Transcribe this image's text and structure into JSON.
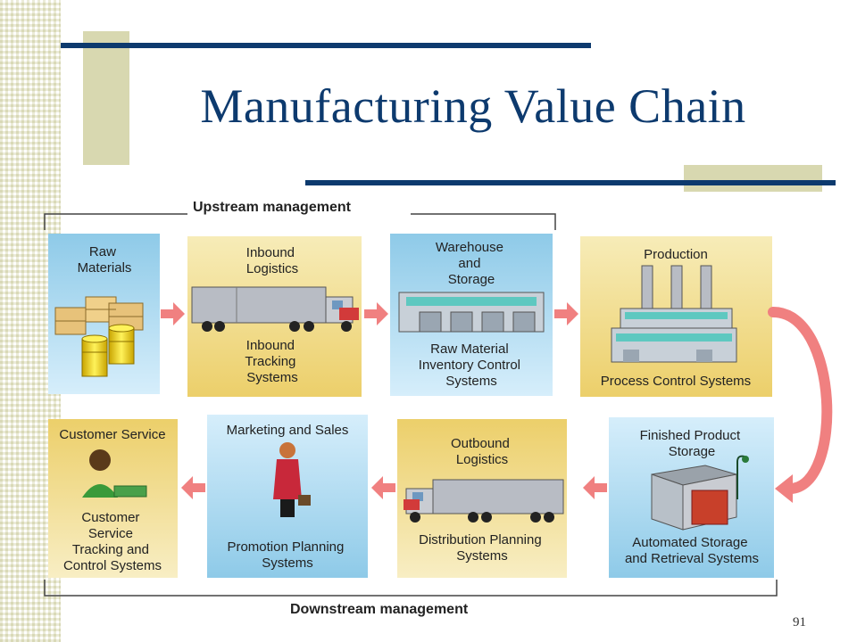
{
  "slide": {
    "title": "Manufacturing Value Chain",
    "page_number": "91"
  },
  "diagram": {
    "upstream_label": "Upstream management",
    "downstream_label": "Downstream management",
    "steps_top": [
      {
        "name": "Raw Materials",
        "lines": [
          "Raw",
          "Materials"
        ],
        "caption": []
      },
      {
        "name": "Inbound Logistics",
        "lines": [
          "Inbound",
          "Logistics"
        ],
        "caption": [
          "Inbound",
          "Tracking",
          "Systems"
        ]
      },
      {
        "name": "Warehouse and Storage",
        "lines": [
          "Warehouse",
          "and",
          "Storage"
        ],
        "caption": [
          "Raw Material",
          "Inventory Control",
          "Systems"
        ]
      },
      {
        "name": "Production",
        "lines": [
          "Production"
        ],
        "caption": [
          "Process Control Systems"
        ]
      }
    ],
    "steps_bottom": [
      {
        "name": "Customer Service",
        "lines": [
          "Customer Service"
        ],
        "caption": [
          "Customer",
          "Service",
          "Tracking and",
          "Control Systems"
        ]
      },
      {
        "name": "Marketing and Sales",
        "lines": [
          "Marketing and Sales"
        ],
        "caption": [
          "Promotion Planning",
          "Systems"
        ]
      },
      {
        "name": "Outbound Logistics",
        "lines": [
          "Outbound",
          "Logistics"
        ],
        "caption": [
          "Distribution Planning",
          "Systems"
        ]
      },
      {
        "name": "Finished Product Storage",
        "lines": [
          "Finished Product",
          "Storage"
        ],
        "caption": [
          "Automated Storage",
          "and Retrieval Systems"
        ]
      }
    ],
    "colors": {
      "title": "#0d3a6e",
      "rule": "#0d3a6e",
      "accent_block": "#d8d8b0",
      "arrow": "#f08080",
      "panel_blue": "#a8d8f0",
      "panel_yellow": "#f2dd8a"
    }
  }
}
